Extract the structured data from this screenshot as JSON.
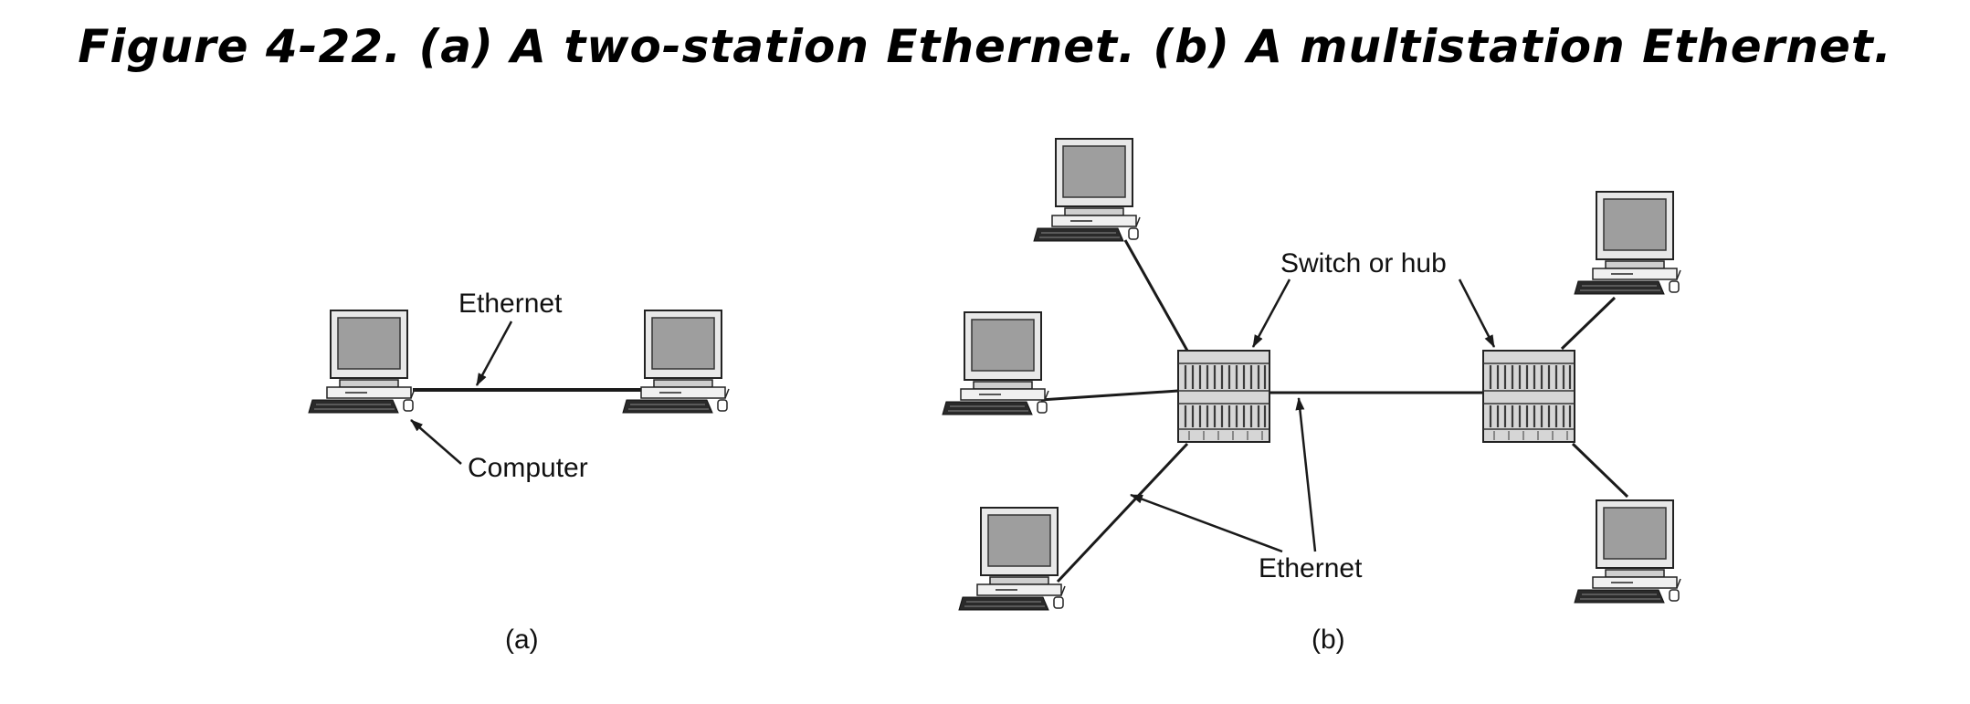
{
  "title": "Figure 4-22. (a) A two-station Ethernet. (b) A multistation Ethernet.",
  "panel_a": {
    "caption": "(a)",
    "ethernet_label": "Ethernet",
    "computer_label": "Computer"
  },
  "panel_b": {
    "caption": "(b)",
    "switch_label": "Switch or hub",
    "ethernet_label": "Ethernet"
  },
  "colors": {
    "line": "#1a1a1a",
    "screen": "#9e9e9e",
    "monitor_frame": "#e8e8e8",
    "keyboard": "#2a2a2a"
  }
}
